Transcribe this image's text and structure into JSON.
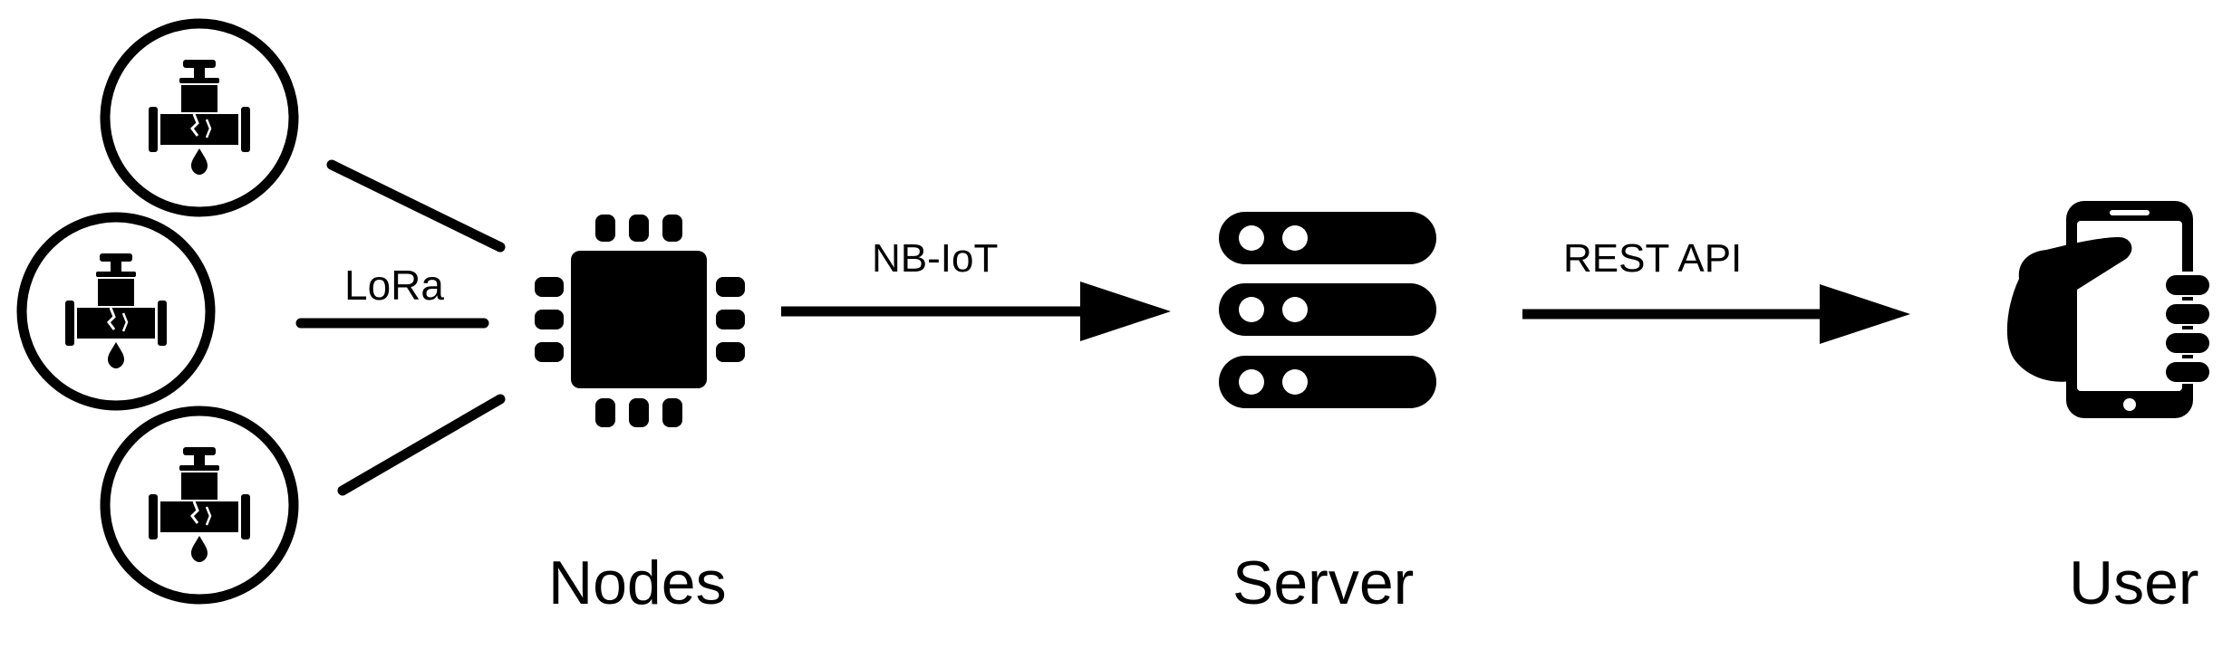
{
  "diagram": {
    "colors": {
      "ink": "#000000",
      "background": "#ffffff"
    },
    "sensors": {
      "icon": "pipe-valve-leak-icon",
      "count": 3
    },
    "links": {
      "lora": "LoRa",
      "nbiot": "NB-IoT",
      "rest_api": "REST API"
    },
    "labels": {
      "nodes": "Nodes",
      "server": "Server",
      "user": "User"
    },
    "icons": {
      "nodes": "microchip-icon",
      "server": "server-stack-icon",
      "user": "hand-holding-phone-icon"
    }
  }
}
